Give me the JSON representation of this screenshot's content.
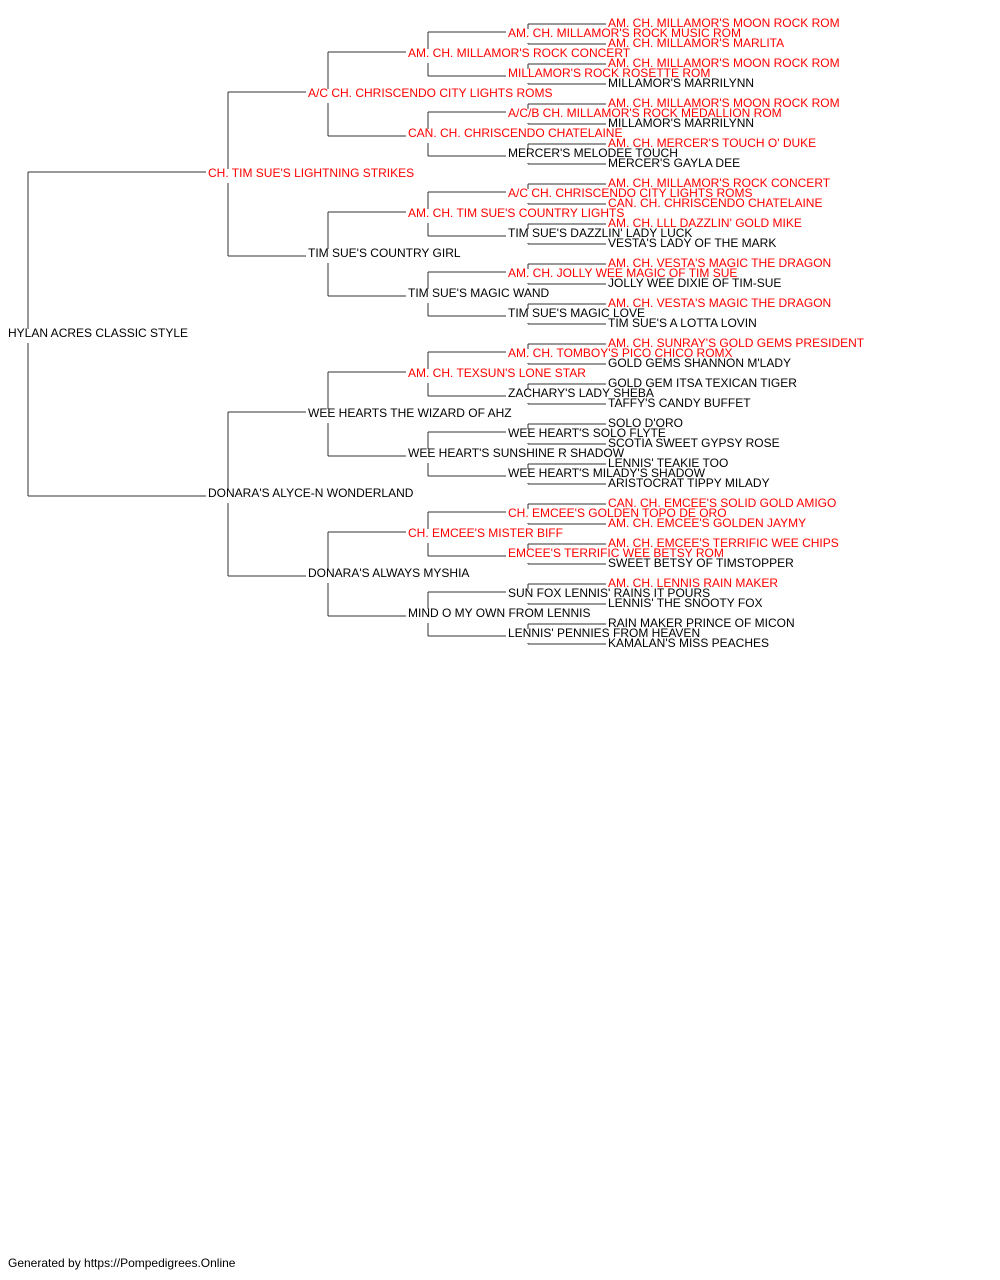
{
  "colors": {
    "champion": "#ff0000",
    "regular": "#000000",
    "line": "#333333"
  },
  "pedigree": {
    "name": "HYLAN ACRES CLASSIC STYLE",
    "champion": false,
    "sire": {
      "name": "CH. TIM SUE'S LIGHTNING STRIKES",
      "champion": true,
      "sire": {
        "name": "A/C CH. CHRISCENDO CITY LIGHTS ROMS",
        "champion": true,
        "sire": {
          "name": "AM. CH. MILLAMOR'S ROCK CONCERT",
          "champion": true,
          "sire": {
            "name": "AM. CH. MILLAMOR'S ROCK MUSIC ROM",
            "champion": true,
            "sire": {
              "name": "AM. CH. MILLAMOR'S MOON ROCK ROM",
              "champion": true
            },
            "dam": {
              "name": "AM. CH. MILLAMOR'S MARLITA",
              "champion": true
            }
          },
          "dam": {
            "name": "MILLAMOR'S ROCK ROSETTE ROM",
            "champion": true,
            "sire": {
              "name": "AM. CH. MILLAMOR'S MOON ROCK ROM",
              "champion": true
            },
            "dam": {
              "name": "MILLAMOR'S MARRILYNN",
              "champion": false
            }
          }
        },
        "dam": {
          "name": "CAN. CH. CHRISCENDO CHATELAINE",
          "champion": true,
          "sire": {
            "name": "A/C/B CH. MILLAMOR'S ROCK MEDALLION ROM",
            "champion": true,
            "sire": {
              "name": "AM. CH. MILLAMOR'S MOON ROCK ROM",
              "champion": true
            },
            "dam": {
              "name": "MILLAMOR'S MARRILYNN",
              "champion": false
            }
          },
          "dam": {
            "name": "MERCER'S MELODEE TOUCH",
            "champion": false,
            "sire": {
              "name": "AM. CH. MERCER'S TOUCH O' DUKE",
              "champion": true
            },
            "dam": {
              "name": "MERCER'S GAYLA DEE",
              "champion": false
            }
          }
        }
      },
      "dam": {
        "name": "TIM SUE'S COUNTRY GIRL",
        "champion": false,
        "sire": {
          "name": "AM. CH. TIM SUE'S COUNTRY LIGHTS",
          "champion": true,
          "sire": {
            "name": "A/C CH. CHRISCENDO CITY LIGHTS ROMS",
            "champion": true,
            "sire": {
              "name": "AM. CH. MILLAMOR'S ROCK CONCERT",
              "champion": true
            },
            "dam": {
              "name": "CAN. CH. CHRISCENDO CHATELAINE",
              "champion": true
            }
          },
          "dam": {
            "name": "TIM SUE'S DAZZLIN' LADY LUCK",
            "champion": false,
            "sire": {
              "name": "AM. CH. LLL DAZZLIN' GOLD MIKE",
              "champion": true
            },
            "dam": {
              "name": "VESTA'S LADY OF THE MARK",
              "champion": false
            }
          }
        },
        "dam": {
          "name": "TIM SUE'S MAGIC WAND",
          "champion": false,
          "sire": {
            "name": "AM. CH. JOLLY WEE MAGIC OF TIM SUE",
            "champion": true,
            "sire": {
              "name": "AM. CH. VESTA'S MAGIC THE DRAGON",
              "champion": true
            },
            "dam": {
              "name": "JOLLY WEE DIXIE OF TIM-SUE",
              "champion": false
            }
          },
          "dam": {
            "name": "TIM SUE'S MAGIC LOVE",
            "champion": false,
            "sire": {
              "name": "AM. CH. VESTA'S MAGIC THE DRAGON",
              "champion": true
            },
            "dam": {
              "name": "TIM SUE'S A LOTTA LOVIN",
              "champion": false
            }
          }
        }
      }
    },
    "dam": {
      "name": "DONARA'S ALYCE-N WONDERLAND",
      "champion": false,
      "sire": {
        "name": "WEE HEARTS THE WIZARD OF AHZ",
        "champion": false,
        "sire": {
          "name": "AM. CH. TEXSUN'S LONE STAR",
          "champion": true,
          "sire": {
            "name": "AM. CH. TOMBOY'S PICO CHICO ROMX",
            "champion": true,
            "sire": {
              "name": "AM. CH. SUNRAY'S GOLD GEMS PRESIDENT",
              "champion": true
            },
            "dam": {
              "name": "GOLD GEMS SHANNON M'LADY",
              "champion": false
            }
          },
          "dam": {
            "name": "ZACHARY'S LADY SHEBA",
            "champion": false,
            "sire": {
              "name": "GOLD GEM ITSA TEXICAN TIGER",
              "champion": false
            },
            "dam": {
              "name": "TAFFY'S CANDY BUFFET",
              "champion": false
            }
          }
        },
        "dam": {
          "name": "WEE HEART'S SUNSHINE R SHADOW",
          "champion": false,
          "sire": {
            "name": "WEE HEART'S SOLO FLYTE",
            "champion": false,
            "sire": {
              "name": "SOLO D'ORO",
              "champion": false
            },
            "dam": {
              "name": "SCOTIA SWEET GYPSY ROSE",
              "champion": false
            }
          },
          "dam": {
            "name": "WEE HEART'S MILADY'S SHADOW",
            "champion": false,
            "sire": {
              "name": "LENNIS' TEAKIE TOO",
              "champion": false
            },
            "dam": {
              "name": "ARISTOCRAT TIPPY MILADY",
              "champion": false
            }
          }
        }
      },
      "dam": {
        "name": "DONARA'S ALWAYS MYSHIA",
        "champion": false,
        "sire": {
          "name": "CH. EMCEE'S MISTER BIFF",
          "champion": true,
          "sire": {
            "name": "CH. EMCEE'S GOLDEN TOPO DE ORO",
            "champion": true,
            "sire": {
              "name": "CAN. CH. EMCEE'S SOLID GOLD AMIGO",
              "champion": true
            },
            "dam": {
              "name": "AM. CH. EMCEE'S GOLDEN JAYMY",
              "champion": true
            }
          },
          "dam": {
            "name": "EMCEE'S TERRIFIC WEE BETSY ROM",
            "champion": true,
            "sire": {
              "name": "AM. CH. EMCEE'S TERRIFIC WEE CHIPS",
              "champion": true
            },
            "dam": {
              "name": "SWEET BETSY OF TIMSTOPPER",
              "champion": false
            }
          }
        },
        "dam": {
          "name": "MIND O MY OWN FROM LENNIS",
          "champion": false,
          "sire": {
            "name": "SUN FOX LENNIS' RAINS IT POURS",
            "champion": false,
            "sire": {
              "name": "AM. CH. LENNIS RAIN MAKER",
              "champion": true
            },
            "dam": {
              "name": "LENNIS' THE SNOOTY FOX",
              "champion": false
            }
          },
          "dam": {
            "name": "LENNIS' PENNIES FROM HEAVEN",
            "champion": false,
            "sire": {
              "name": "RAIN MAKER PRINCE OF MICON",
              "champion": false
            },
            "dam": {
              "name": "KAMALAN'S MISS PEACHES",
              "champion": false
            }
          }
        }
      }
    }
  },
  "footer": {
    "text": "Generated by https://Pompedigrees.Online"
  }
}
